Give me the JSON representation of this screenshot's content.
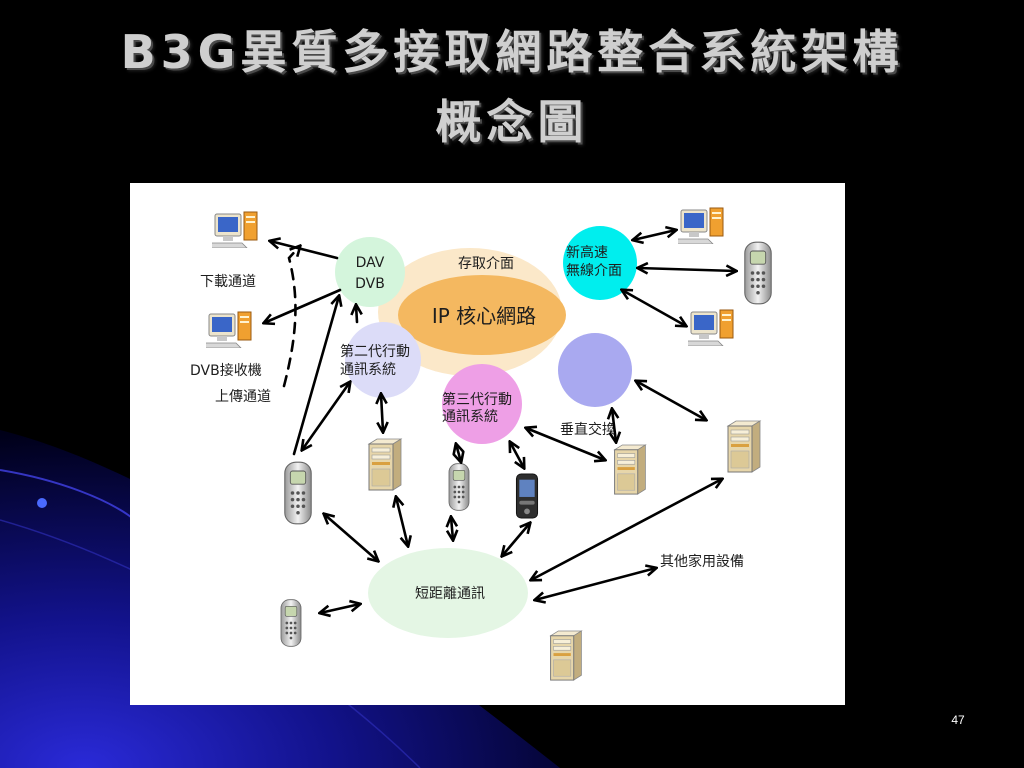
{
  "slide": {
    "title_line1": "B3G異質多接取網路整合系統架構",
    "title_line2": "概念圖",
    "page_number": "47"
  },
  "diagram": {
    "access_interface": "存取介面",
    "ip_core": "IP 核心網路",
    "dav_dvb": {
      "line1": "DAV",
      "line2": "DVB"
    },
    "high_speed_wireless": {
      "line1": "新高速",
      "line2": "無線介面"
    },
    "mobile_2g": {
      "line1": "第二代行動",
      "line2": "通訊系統"
    },
    "mobile_3g": {
      "line1": "第三代行動",
      "line2": "通訊系統"
    },
    "vertical_handover": "垂直交換",
    "short_range": "短距離通訊",
    "download_channel": "下載通道",
    "dvb_receiver": "DVB接收機",
    "upload_channel": "上傳通道",
    "other_home_devices": "其他家用設備"
  },
  "icons": {
    "computer": "computer-icon",
    "phone": "mobile-phone-icon",
    "pda": "pda-phone-icon",
    "server": "server-tower-icon"
  },
  "colors": {
    "slide_background": "#000000",
    "panel": "#ffffff",
    "access_ellipse": "#fbe8c9",
    "ip_core_ellipse": "#f4b860",
    "dav_dvb_node": "#d4f5dc",
    "high_speed_node": "#00eeee",
    "mobile_2g_node": "#dcdcf8",
    "mobile_3g_node": "#ee9fe6",
    "vertical_handover_node": "#a9a9f0",
    "short_range_node": "#e4f6e4"
  }
}
